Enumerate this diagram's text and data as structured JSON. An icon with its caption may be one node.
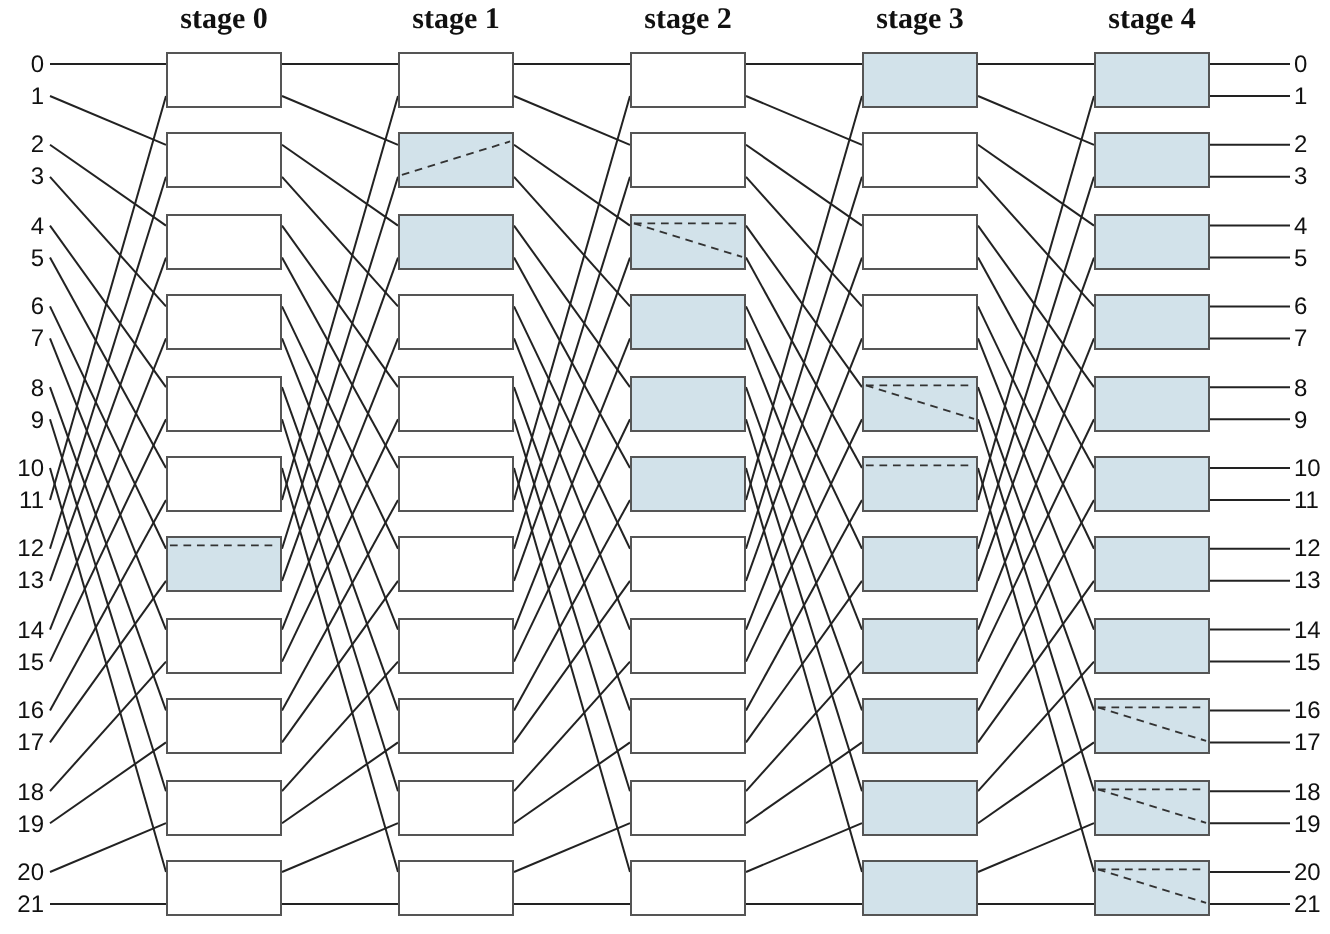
{
  "diagram": {
    "nodes": [
      {
        "text": [
          "0"
        ]
      },
      {
        "text": [
          "1"
        ]
      },
      {
        "text": [
          "2"
        ]
      },
      {
        "text": [
          "3"
        ]
      },
      {
        "text": [
          "4"
        ]
      },
      {
        "text": [
          "5"
        ]
      },
      {
        "text": [
          "6"
        ]
      },
      {
        "text": [
          "7"
        ]
      },
      {
        "text": [
          "8"
        ]
      },
      {
        "text": [
          "9"
        ]
      },
      {
        "text": [
          "10"
        ]
      },
      {
        "text": [
          "11"
        ]
      },
      {
        "text": [
          "12"
        ]
      },
      {
        "text": [
          "13"
        ]
      },
      {
        "text": [
          "14"
        ]
      },
      {
        "text": [
          "15"
        ]
      },
      {
        "text": [
          "16"
        ]
      },
      {
        "text": [
          "17"
        ]
      },
      {
        "text": [
          "18"
        ]
      },
      {
        "text": [
          "19"
        ]
      },
      {
        "text": [
          "20"
        ]
      },
      {
        "text": [
          "21"
        ]
      },
      {
        "text": [],
        "shape": "box",
        "beside": [
          "stage 0"
        ]
      },
      {
        "text": [],
        "shape": "box"
      },
      {
        "text": [],
        "shape": "box"
      },
      {
        "text": [],
        "shape": "box"
      },
      {
        "text": [],
        "shape": "box"
      },
      {
        "text": [],
        "shape": "box"
      },
      {
        "text": [],
        "shape": "box"
      },
      {
        "text": [],
        "shape": "box"
      },
      {
        "text": [],
        "shape": "box"
      },
      {
        "text": [],
        "shape": "box"
      },
      {
        "text": [],
        "shape": "box"
      },
      {
        "text": [],
        "shape": "box",
        "beside": [
          "stage 1"
        ]
      },
      {
        "text": [],
        "shape": "box"
      },
      {
        "text": [],
        "shape": "box"
      },
      {
        "text": [],
        "shape": "box"
      },
      {
        "text": [],
        "shape": "box"
      },
      {
        "text": [],
        "shape": "box"
      },
      {
        "text": [],
        "shape": "box"
      },
      {
        "text": [],
        "shape": "box"
      },
      {
        "text": [],
        "shape": "box"
      },
      {
        "text": [],
        "shape": "box"
      },
      {
        "text": [],
        "shape": "box"
      },
      {
        "text": [],
        "shape": "box",
        "beside": [
          "stage 2"
        ]
      },
      {
        "text": [],
        "shape": "box"
      },
      {
        "text": [],
        "shape": "box"
      },
      {
        "text": [],
        "shape": "box"
      },
      {
        "text": [],
        "shape": "box"
      },
      {
        "text": [],
        "shape": "box"
      },
      {
        "text": [],
        "shape": "box"
      },
      {
        "text": [],
        "shape": "box"
      },
      {
        "text": [],
        "shape": "box"
      },
      {
        "text": [],
        "shape": "box"
      },
      {
        "text": [],
        "shape": "box"
      },
      {
        "text": [],
        "shape": "box",
        "beside": [
          "stage 3"
        ]
      },
      {
        "text": [],
        "shape": "box"
      },
      {
        "text": [],
        "shape": "box"
      },
      {
        "text": [],
        "shape": "box"
      },
      {
        "text": [],
        "shape": "box"
      },
      {
        "text": [],
        "shape": "box"
      },
      {
        "text": [],
        "shape": "box"
      },
      {
        "text": [],
        "shape": "box"
      },
      {
        "text": [],
        "shape": "box"
      },
      {
        "text": [],
        "shape": "box"
      },
      {
        "text": [],
        "shape": "box"
      },
      {
        "text": [],
        "shape": "box",
        "beside": [
          "stage 4"
        ]
      },
      {
        "text": [],
        "shape": "box"
      },
      {
        "text": [],
        "shape": "box"
      },
      {
        "text": [],
        "shape": "box"
      },
      {
        "text": [],
        "shape": "box"
      },
      {
        "text": [],
        "shape": "box"
      },
      {
        "text": [],
        "shape": "box"
      },
      {
        "text": [],
        "shape": "box"
      },
      {
        "text": [],
        "shape": "box"
      },
      {
        "text": [],
        "shape": "box"
      },
      {
        "text": [],
        "shape": "box"
      },
      {
        "text": [
          "0"
        ]
      },
      {
        "text": [
          "1"
        ]
      },
      {
        "text": [
          "2"
        ]
      },
      {
        "text": [
          "3"
        ]
      },
      {
        "text": [
          "4"
        ]
      },
      {
        "text": [
          "5"
        ]
      },
      {
        "text": [
          "6"
        ]
      },
      {
        "text": [
          "7"
        ]
      },
      {
        "text": [
          "8"
        ]
      },
      {
        "text": [
          "9"
        ]
      },
      {
        "text": [
          "10"
        ]
      },
      {
        "text": [
          "11"
        ]
      },
      {
        "text": [
          "12"
        ]
      },
      {
        "text": [
          "13"
        ]
      },
      {
        "text": [
          "14"
        ]
      },
      {
        "text": [
          "15"
        ]
      },
      {
        "text": [
          "16"
        ]
      },
      {
        "text": [
          "17"
        ]
      },
      {
        "text": [
          "18"
        ]
      },
      {
        "text": [
          "19"
        ]
      },
      {
        "text": [
          "20"
        ]
      },
      {
        "text": [
          "21"
        ]
      }
    ],
    "edges": [
      {
        "from": 0,
        "to": 22,
        "arrow": "none"
      },
      {
        "from": 1,
        "to": 23,
        "arrow": "none"
      },
      {
        "from": 2,
        "to": 24,
        "arrow": "none"
      },
      {
        "from": 3,
        "to": 25,
        "arrow": "none"
      },
      {
        "from": 4,
        "to": 26,
        "arrow": "none"
      },
      {
        "from": 5,
        "to": 27,
        "arrow": "none"
      },
      {
        "from": 6,
        "to": 28,
        "arrow": "none"
      },
      {
        "from": 7,
        "to": 29,
        "arrow": "none"
      },
      {
        "from": 8,
        "to": 30,
        "arrow": "none"
      },
      {
        "from": 9,
        "to": 31,
        "arrow": "none"
      },
      {
        "from": 10,
        "to": 32,
        "arrow": "none"
      },
      {
        "from": 11,
        "to": 22,
        "arrow": "none"
      },
      {
        "from": 12,
        "to": 23,
        "arrow": "none"
      },
      {
        "from": 13,
        "to": 24,
        "arrow": "none"
      },
      {
        "from": 14,
        "to": 25,
        "arrow": "none"
      },
      {
        "from": 15,
        "to": 26,
        "arrow": "none"
      },
      {
        "from": 16,
        "to": 27,
        "arrow": "none"
      },
      {
        "from": 17,
        "to": 28,
        "arrow": "none"
      },
      {
        "from": 18,
        "to": 29,
        "arrow": "none"
      },
      {
        "from": 19,
        "to": 30,
        "arrow": "none"
      },
      {
        "from": 20,
        "to": 31,
        "arrow": "none"
      },
      {
        "from": 21,
        "to": 32,
        "arrow": "none"
      },
      {
        "from": 22,
        "to": 33,
        "arrow": "none"
      },
      {
        "from": 22,
        "to": 34,
        "arrow": "none"
      },
      {
        "from": 23,
        "to": 35,
        "arrow": "none"
      },
      {
        "from": 23,
        "to": 36,
        "arrow": "none"
      },
      {
        "from": 24,
        "to": 37,
        "arrow": "none"
      },
      {
        "from": 24,
        "to": 38,
        "arrow": "none"
      },
      {
        "from": 25,
        "to": 39,
        "arrow": "none"
      },
      {
        "from": 25,
        "to": 40,
        "arrow": "none"
      },
      {
        "from": 26,
        "to": 41,
        "arrow": "none"
      },
      {
        "from": 26,
        "to": 42,
        "arrow": "none"
      },
      {
        "from": 27,
        "to": 43,
        "arrow": "none"
      },
      {
        "from": 27,
        "to": 33,
        "arrow": "none"
      },
      {
        "from": 28,
        "to": 34,
        "arrow": "none"
      },
      {
        "from": 28,
        "to": 35,
        "arrow": "none"
      },
      {
        "from": 29,
        "to": 36,
        "arrow": "none"
      },
      {
        "from": 29,
        "to": 37,
        "arrow": "none"
      },
      {
        "from": 30,
        "to": 38,
        "arrow": "none"
      },
      {
        "from": 30,
        "to": 39,
        "arrow": "none"
      },
      {
        "from": 31,
        "to": 40,
        "arrow": "none"
      },
      {
        "from": 31,
        "to": 41,
        "arrow": "none"
      },
      {
        "from": 32,
        "to": 42,
        "arrow": "none"
      },
      {
        "from": 32,
        "to": 43,
        "arrow": "none"
      },
      {
        "from": 33,
        "to": 44,
        "arrow": "none"
      },
      {
        "from": 33,
        "to": 45,
        "arrow": "none"
      },
      {
        "from": 34,
        "to": 46,
        "arrow": "none"
      },
      {
        "from": 34,
        "to": 47,
        "arrow": "none"
      },
      {
        "from": 35,
        "to": 48,
        "arrow": "none"
      },
      {
        "from": 35,
        "to": 49,
        "arrow": "none"
      },
      {
        "from": 36,
        "to": 50,
        "arrow": "none"
      },
      {
        "from": 36,
        "to": 51,
        "arrow": "none"
      },
      {
        "from": 37,
        "to": 52,
        "arrow": "none"
      },
      {
        "from": 37,
        "to": 53,
        "arrow": "none"
      },
      {
        "from": 38,
        "to": 54,
        "arrow": "none"
      },
      {
        "from": 38,
        "to": 44,
        "arrow": "none"
      },
      {
        "from": 39,
        "to": 45,
        "arrow": "none"
      },
      {
        "from": 39,
        "to": 46,
        "arrow": "none"
      },
      {
        "from": 40,
        "to": 47,
        "arrow": "none"
      },
      {
        "from": 40,
        "to": 48,
        "arrow": "none"
      },
      {
        "from": 41,
        "to": 49,
        "arrow": "none"
      },
      {
        "from": 41,
        "to": 50,
        "arrow": "none"
      },
      {
        "from": 42,
        "to": 51,
        "arrow": "none"
      },
      {
        "from": 42,
        "to": 52,
        "arrow": "none"
      },
      {
        "from": 43,
        "to": 53,
        "arrow": "none"
      },
      {
        "from": 43,
        "to": 54,
        "arrow": "none"
      },
      {
        "from": 44,
        "to": 55,
        "arrow": "none"
      },
      {
        "from": 44,
        "to": 56,
        "arrow": "none"
      },
      {
        "from": 45,
        "to": 57,
        "arrow": "none"
      },
      {
        "from": 45,
        "to": 58,
        "arrow": "none"
      },
      {
        "from": 46,
        "to": 59,
        "arrow": "none"
      },
      {
        "from": 46,
        "to": 60,
        "arrow": "none"
      },
      {
        "from": 47,
        "to": 61,
        "arrow": "none"
      },
      {
        "from": 47,
        "to": 62,
        "arrow": "none"
      },
      {
        "from": 48,
        "to": 63,
        "arrow": "none"
      },
      {
        "from": 48,
        "to": 64,
        "arrow": "none"
      },
      {
        "from": 49,
        "to": 65,
        "arrow": "none"
      },
      {
        "from": 49,
        "to": 55,
        "arrow": "none"
      },
      {
        "from": 50,
        "to": 56,
        "arrow": "none"
      },
      {
        "from": 50,
        "to": 57,
        "arrow": "none"
      },
      {
        "from": 51,
        "to": 58,
        "arrow": "none"
      },
      {
        "from": 51,
        "to": 59,
        "arrow": "none"
      },
      {
        "from": 52,
        "to": 60,
        "arrow": "none"
      },
      {
        "from": 52,
        "to": 61,
        "arrow": "none"
      },
      {
        "from": 53,
        "to": 62,
        "arrow": "none"
      },
      {
        "from": 53,
        "to": 63,
        "arrow": "none"
      },
      {
        "from": 54,
        "to": 64,
        "arrow": "none"
      },
      {
        "from": 54,
        "to": 65,
        "arrow": "none"
      },
      {
        "from": 55,
        "to": 66,
        "arrow": "none"
      },
      {
        "from": 55,
        "to": 67,
        "arrow": "none"
      },
      {
        "from": 56,
        "to": 68,
        "arrow": "none"
      },
      {
        "from": 56,
        "to": 69,
        "arrow": "none"
      },
      {
        "from": 57,
        "to": 70,
        "arrow": "none"
      },
      {
        "from": 57,
        "to": 71,
        "arrow": "none"
      },
      {
        "from": 58,
        "to": 72,
        "arrow": "none"
      },
      {
        "from": 58,
        "to": 73,
        "arrow": "none"
      },
      {
        "from": 59,
        "to": 74,
        "arrow": "none"
      },
      {
        "from": 59,
        "to": 75,
        "arrow": "none"
      },
      {
        "from": 60,
        "to": 76,
        "arrow": "none"
      },
      {
        "from": 60,
        "to": 66,
        "arrow": "none"
      },
      {
        "from": 61,
        "to": 67,
        "arrow": "none"
      },
      {
        "from": 61,
        "to": 68,
        "arrow": "none"
      },
      {
        "from": 62,
        "to": 69,
        "arrow": "none"
      },
      {
        "from": 62,
        "to": 70,
        "arrow": "none"
      },
      {
        "from": 63,
        "to": 71,
        "arrow": "none"
      },
      {
        "from": 63,
        "to": 72,
        "arrow": "none"
      },
      {
        "from": 64,
        "to": 73,
        "arrow": "none"
      },
      {
        "from": 64,
        "to": 74,
        "arrow": "none"
      },
      {
        "from": 65,
        "to": 75,
        "arrow": "none"
      },
      {
        "from": 65,
        "to": 76,
        "arrow": "none"
      },
      {
        "from": 66,
        "to": 77,
        "arrow": "none"
      },
      {
        "from": 66,
        "to": 78,
        "arrow": "none"
      },
      {
        "from": 67,
        "to": 79,
        "arrow": "none"
      },
      {
        "from": 67,
        "to": 80,
        "arrow": "none"
      },
      {
        "from": 68,
        "to": 81,
        "arrow": "none"
      },
      {
        "from": 68,
        "to": 82,
        "arrow": "none"
      },
      {
        "from": 69,
        "to": 83,
        "arrow": "none"
      },
      {
        "from": 69,
        "to": 84,
        "arrow": "none"
      },
      {
        "from": 70,
        "to": 85,
        "arrow": "none"
      },
      {
        "from": 70,
        "to": 86,
        "arrow": "none"
      },
      {
        "from": 71,
        "to": 87,
        "arrow": "none"
      },
      {
        "from": 71,
        "to": 88,
        "arrow": "none"
      },
      {
        "from": 72,
        "to": 89,
        "arrow": "none"
      },
      {
        "from": 72,
        "to": 90,
        "arrow": "none"
      },
      {
        "from": 73,
        "to": 91,
        "arrow": "none"
      },
      {
        "from": 73,
        "to": 92,
        "arrow": "none"
      },
      {
        "from": 74,
        "to": 93,
        "arrow": "none"
      },
      {
        "from": 74,
        "to": 94,
        "arrow": "none"
      },
      {
        "from": 75,
        "to": 95,
        "arrow": "none"
      },
      {
        "from": 75,
        "to": 96,
        "arrow": "none"
      },
      {
        "from": 76,
        "to": 97,
        "arrow": "none"
      },
      {
        "from": 76,
        "to": 98,
        "arrow": "none"
      }
    ]
  }
}
